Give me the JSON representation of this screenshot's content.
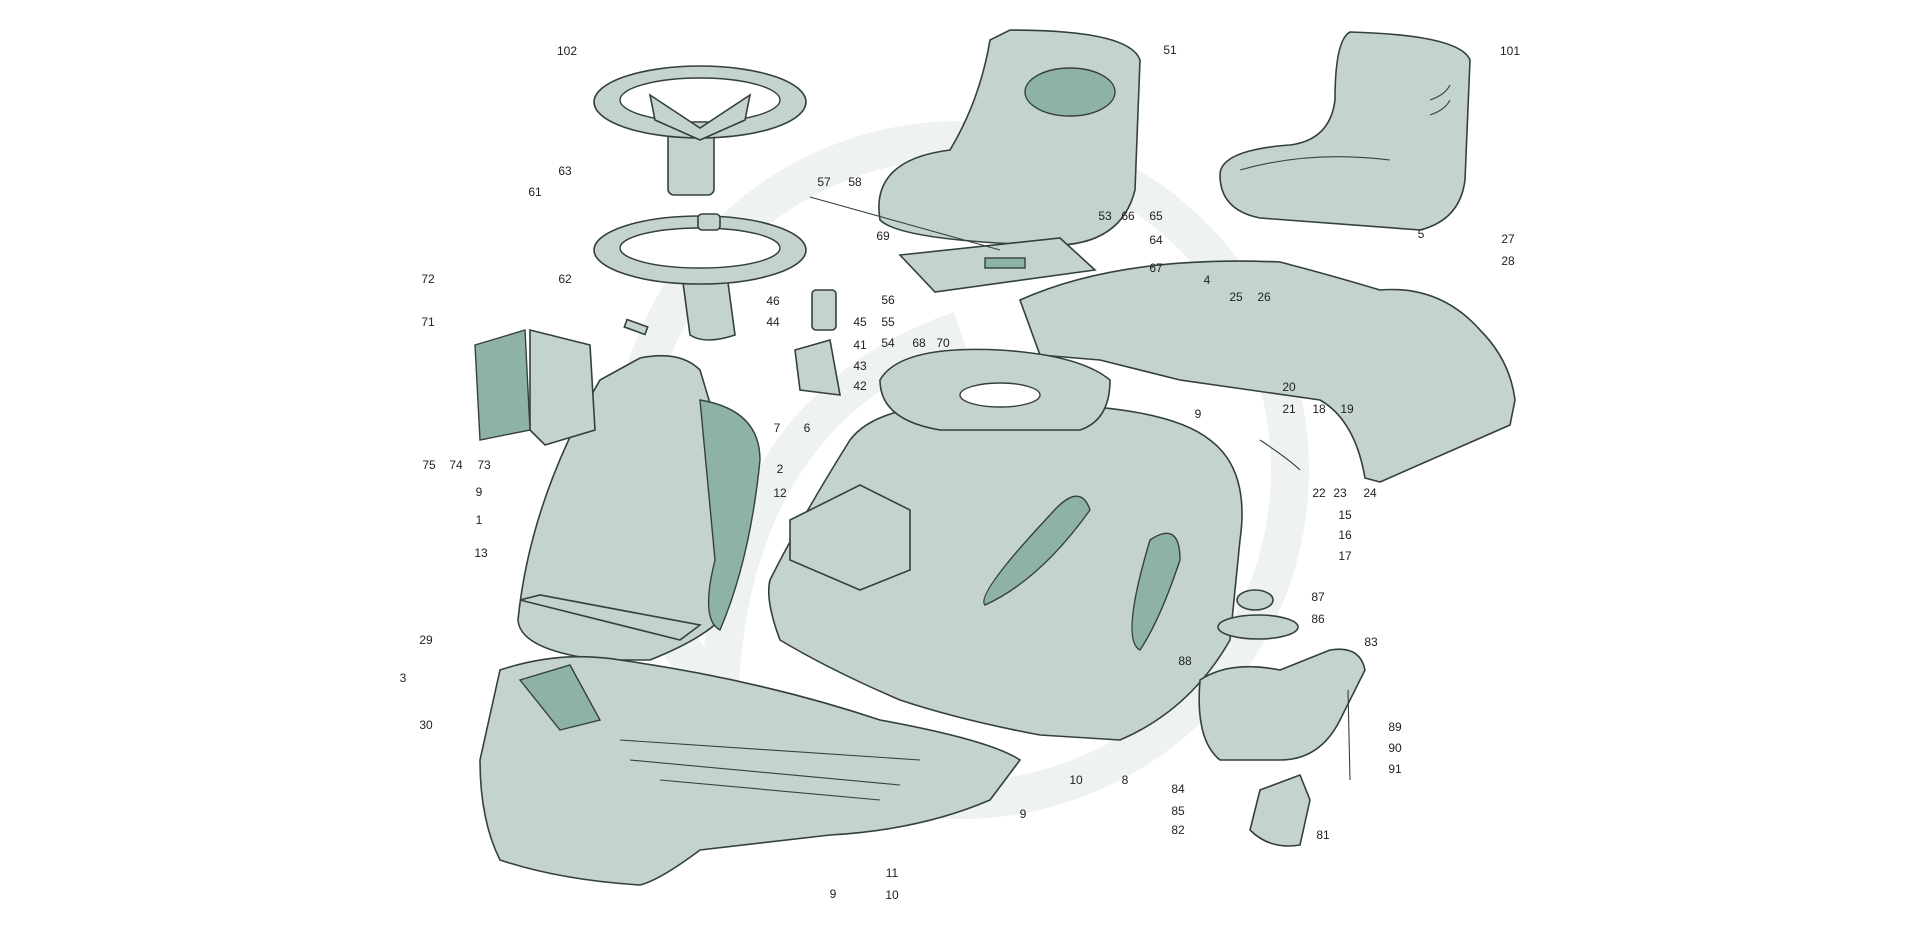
{
  "diagram": {
    "title_hidden": null,
    "colors": {
      "part": "#c4d3ce",
      "shade": "#8fb2a6",
      "outline": "#34403d"
    },
    "labels": [
      "102",
      "51",
      "101",
      "63",
      "61",
      "57",
      "58",
      "69",
      "53",
      "66",
      "65",
      "64",
      "67",
      "27",
      "28",
      "5",
      "4",
      "25",
      "26",
      "72",
      "62",
      "46",
      "44",
      "45",
      "56",
      "55",
      "54",
      "68",
      "70",
      "41",
      "43",
      "42",
      "71",
      "6",
      "7",
      "9",
      "20",
      "21",
      "18",
      "19",
      "22",
      "23",
      "24",
      "15",
      "16",
      "17",
      "75",
      "74",
      "73",
      "9",
      "2",
      "1",
      "12",
      "13",
      "87",
      "86",
      "83",
      "88",
      "29",
      "3",
      "30",
      "89",
      "90",
      "91",
      "10",
      "8",
      "84",
      "85",
      "9",
      "82",
      "81",
      "11",
      "9",
      "10"
    ]
  }
}
